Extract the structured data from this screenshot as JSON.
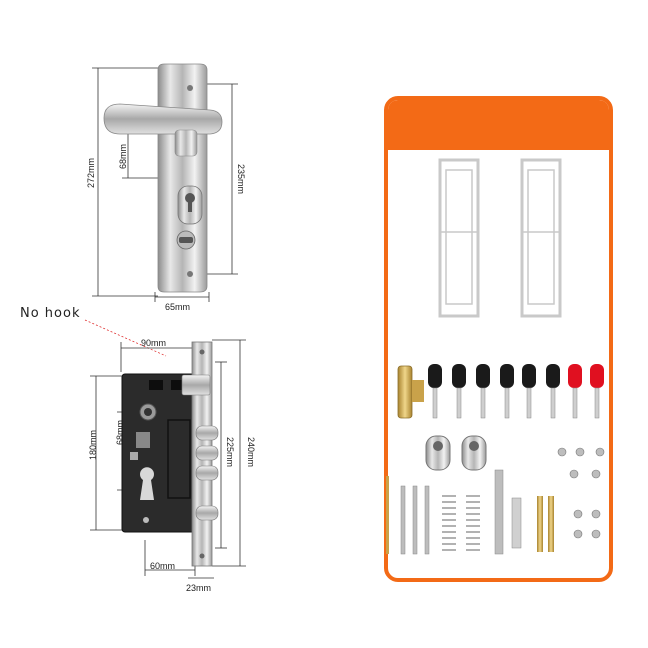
{
  "product_image": {
    "callout": "No hook",
    "handle_dimensions": {
      "total_height": "272mm",
      "screw_spacing": "235mm",
      "handle_offset": "68mm",
      "plate_width": "65mm"
    },
    "lock_body_dimensions": {
      "body_width": "90mm",
      "body_height": "180mm",
      "cylinder_offset": "68mm",
      "faceplate_inner": "225mm",
      "faceplate_total": "240mm",
      "backset": "60mm",
      "faceplate_width": "23mm"
    },
    "accessories": {
      "keys_black": 6,
      "keys_red": 2,
      "colors": {
        "panel_border": "#f36a16",
        "key_black": "#1a1a1a",
        "key_red": "#e01020",
        "brass": "#c9a24a"
      }
    }
  }
}
